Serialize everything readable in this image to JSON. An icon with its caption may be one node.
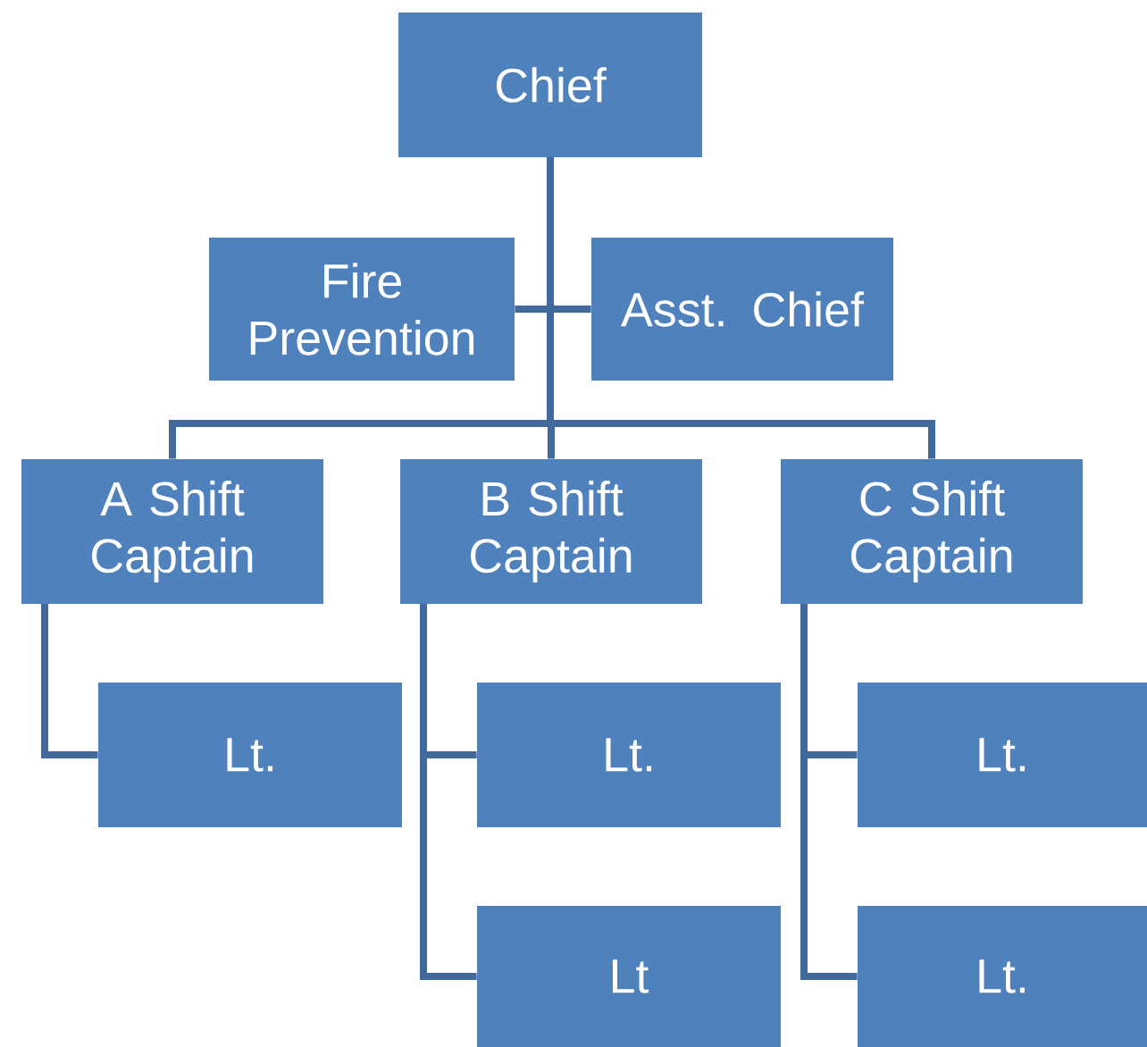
{
  "diagram": {
    "nodes": [
      {
        "text": [
          "Chief"
        ]
      },
      {
        "text": [
          "Fire Prevention"
        ]
      },
      {
        "text": [
          "Asst. Chief"
        ]
      },
      {
        "text": [
          "A Shift Captain"
        ]
      },
      {
        "text": [
          "B Shift Captain"
        ]
      },
      {
        "text": [
          "C Shift Captain"
        ]
      },
      {
        "text": [
          "Lt."
        ]
      },
      {
        "text": [
          "Lt."
        ]
      },
      {
        "text": [
          "Lt"
        ]
      },
      {
        "text": [
          "Lt."
        ]
      },
      {
        "text": [
          "Lt."
        ]
      }
    ],
    "edges": [
      {
        "from": 0,
        "to": 1,
        "arrow": "none"
      },
      {
        "from": 0,
        "to": 2,
        "arrow": "none"
      },
      {
        "from": 0,
        "to": 3,
        "arrow": "none"
      },
      {
        "from": 0,
        "to": 4,
        "arrow": "none"
      },
      {
        "from": 0,
        "to": 5,
        "arrow": "none"
      },
      {
        "from": 3,
        "to": 6,
        "arrow": "none"
      },
      {
        "from": 4,
        "to": 7,
        "arrow": "none"
      },
      {
        "from": 4,
        "to": 8,
        "arrow": "none"
      },
      {
        "from": 5,
        "to": 9,
        "arrow": "none"
      },
      {
        "from": 5,
        "to": 10,
        "arrow": "none"
      }
    ]
  }
}
